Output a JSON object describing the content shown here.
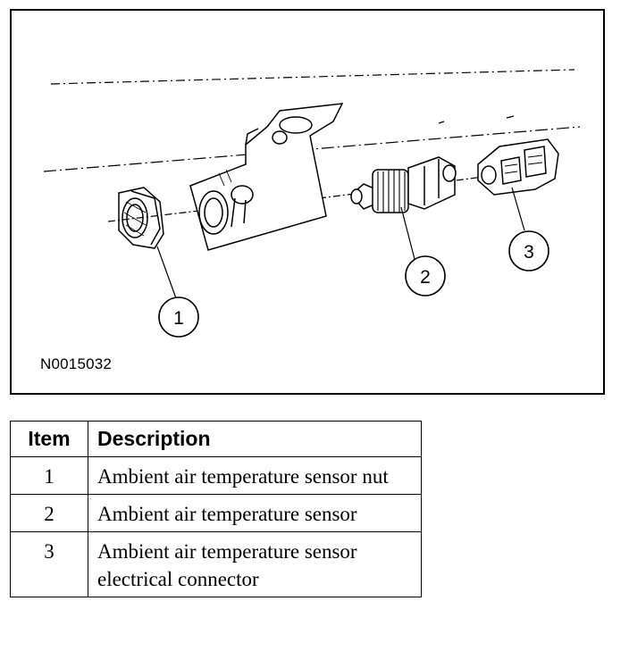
{
  "figure": {
    "id_label": "N0015032",
    "callouts": [
      "1",
      "2",
      "3"
    ]
  },
  "table": {
    "headers": [
      "Item",
      "Description"
    ],
    "rows": [
      {
        "item": "1",
        "description": "Ambient air temperature sensor nut"
      },
      {
        "item": "2",
        "description": "Ambient air temperature sensor"
      },
      {
        "item": "3",
        "description": "Ambient air temperature sensor electrical connector"
      }
    ]
  }
}
